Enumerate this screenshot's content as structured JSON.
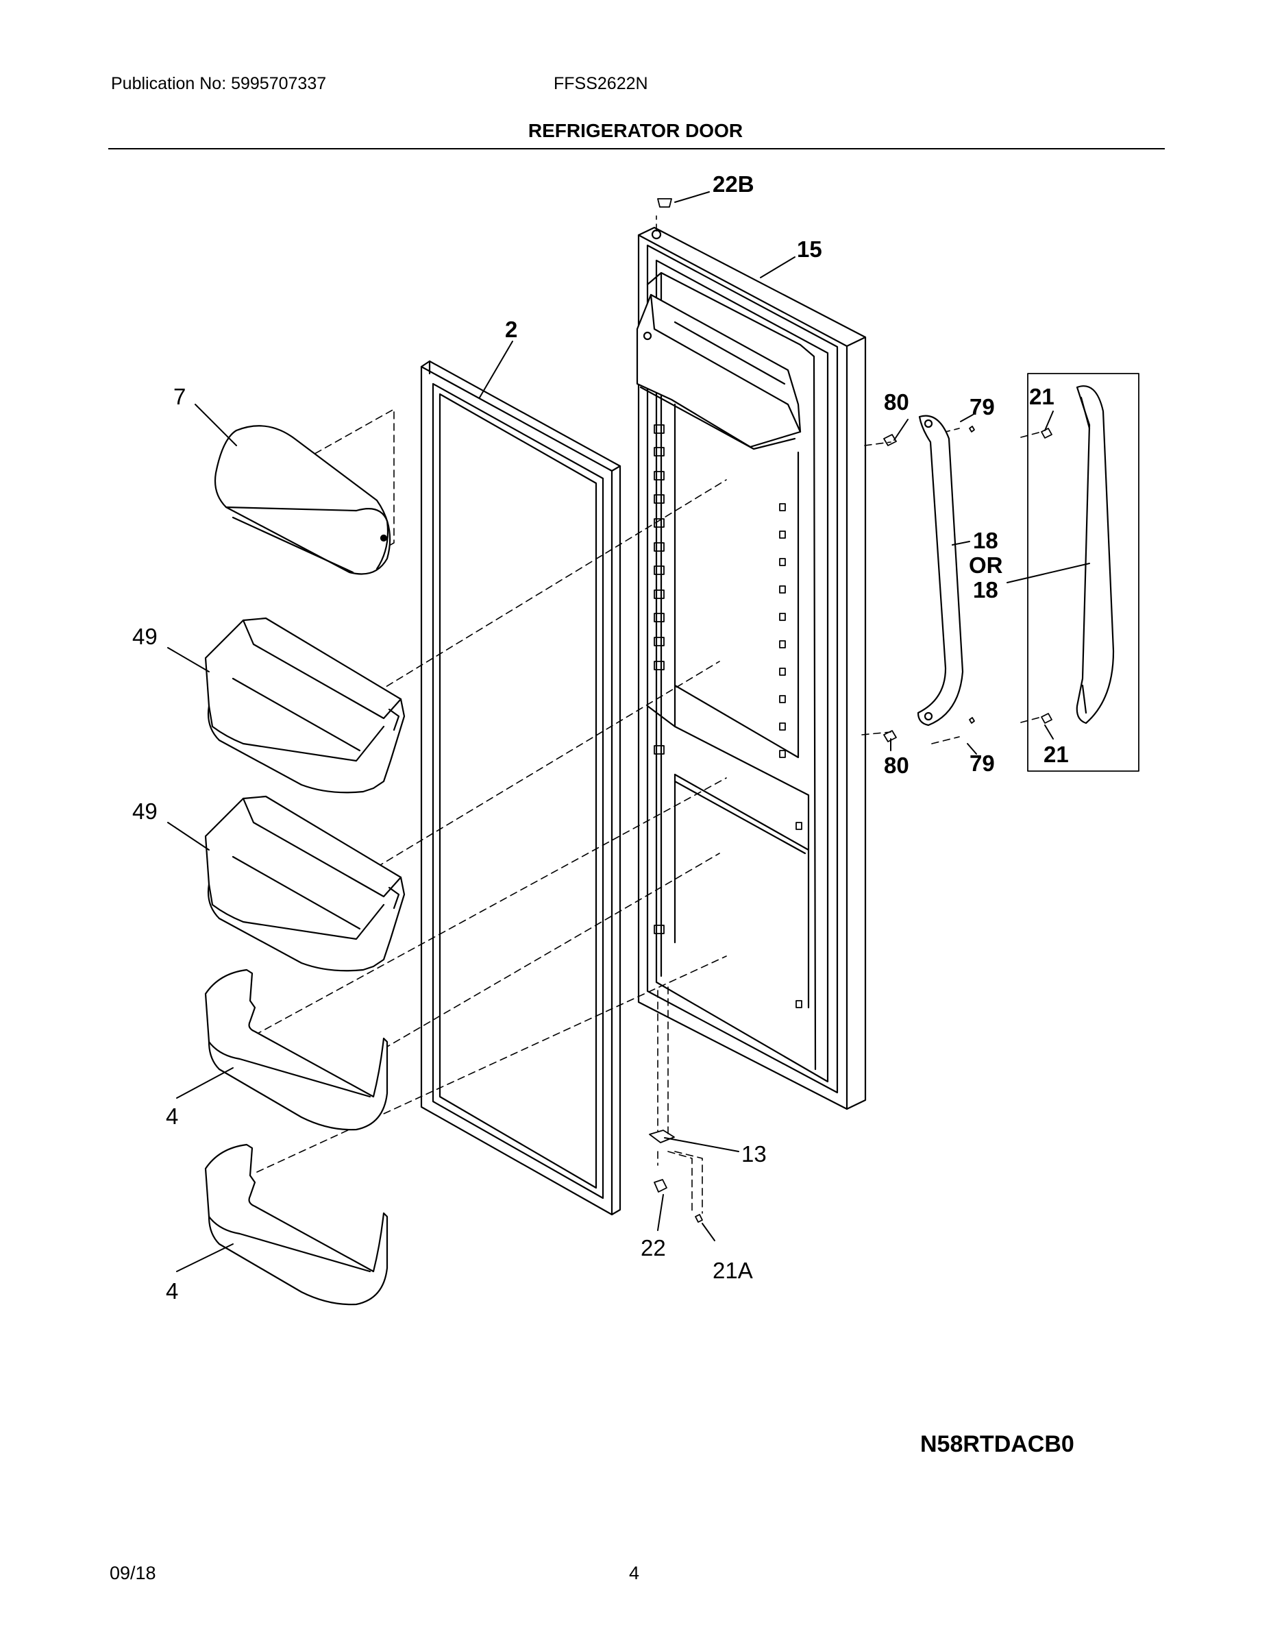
{
  "header": {
    "publication": "Publication No: 5995707337",
    "model": "FFSS2622N",
    "title": "REFRIGERATOR DOOR"
  },
  "diagram": {
    "callouts": {
      "c22B": "22B",
      "c15": "15",
      "c2": "2",
      "c7": "7",
      "c80a": "80",
      "c79a": "79",
      "c21a": "21",
      "c18a": "18",
      "cOR": "OR",
      "c18b": "18",
      "c49a": "49",
      "c49b": "49",
      "c80b": "80",
      "c79b": "79",
      "c21b": "21",
      "c4a": "4",
      "c13": "13",
      "c22": "22",
      "c21A": "21A",
      "c4b": "4"
    },
    "drawing_code": "N58RTDACB0"
  },
  "footer": {
    "date": "09/18",
    "page": "4"
  }
}
